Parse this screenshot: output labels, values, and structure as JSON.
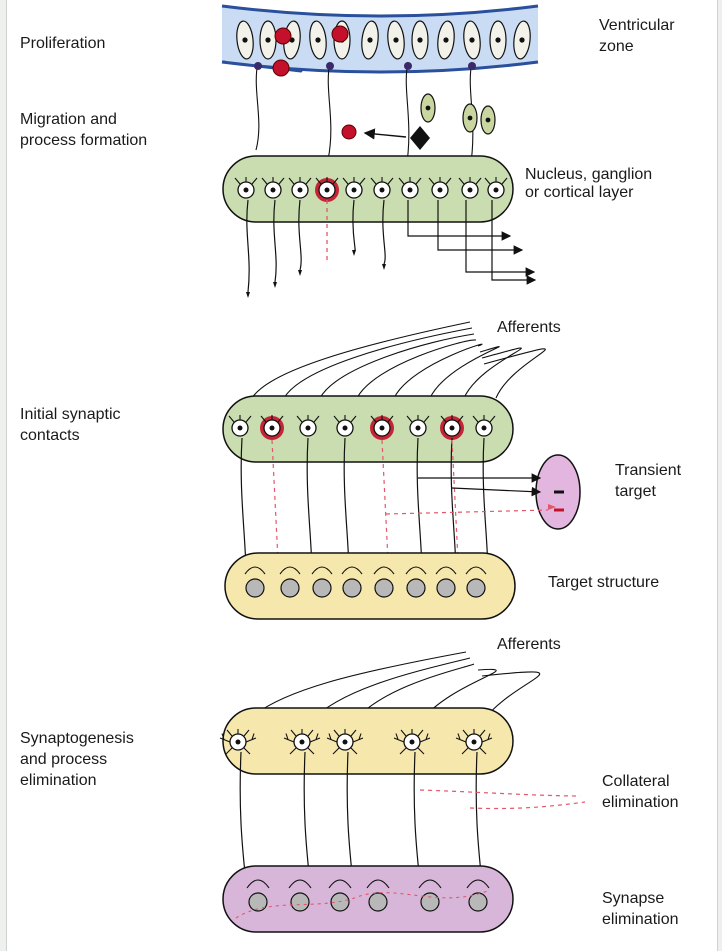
{
  "labels": {
    "proliferation": "Proliferation",
    "ventricular_zone": "Ventricular\nzone",
    "migration": "Migration and\nprocess formation",
    "nucleus_layer": "Nucleus, ganglion\nor cortical layer",
    "afferents_1": "Afferents",
    "initial_synaptic": "Initial synaptic\ncontacts",
    "transient_target": "Transient\ntarget",
    "target_structure": "Target structure",
    "afferents_2": "Afferents",
    "synaptogenesis": "Synaptogenesis\nand process\nelimination",
    "collateral_elimination": "Collateral\nelimination",
    "synapse_elimination": "Synapse\nelimination"
  },
  "colors": {
    "ventricular_fill": "#c9dcf4",
    "ventricular_edge": "#2a4f9c",
    "green_layer": "#c9ddb0",
    "yellow_layer": "#f6e7ad",
    "purple_layer": "#d7b6d9",
    "transient_target": "#e3b6df",
    "active_cell": "#c4102a",
    "dashed_path": "#e2576a",
    "target_cell": "#b8b8b8",
    "migrating_cell": "#c9d6a0",
    "line": "#111111"
  }
}
